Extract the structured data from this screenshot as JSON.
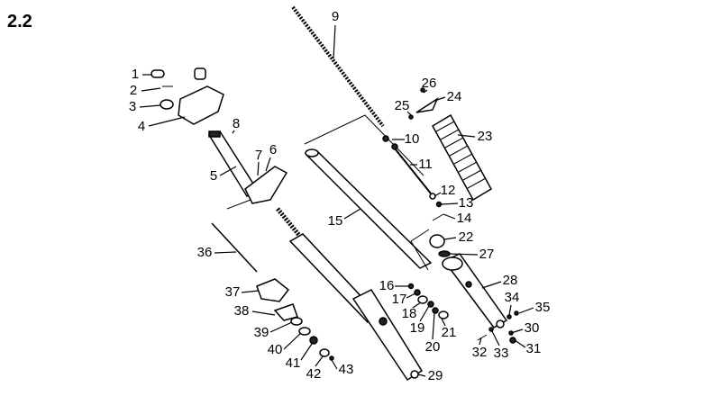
{
  "title": "2.2",
  "labels": {
    "1": "1",
    "2": "2",
    "3": "3",
    "4": "4",
    "5": "5",
    "6": "6",
    "7": "7",
    "8": "8",
    "9": "9",
    "10": "10",
    "11": "11",
    "12": "12",
    "13": "13",
    "14": "14",
    "15": "15",
    "16": "16",
    "17": "17",
    "18": "18",
    "19": "19",
    "20": "20",
    "21": "21",
    "22": "22",
    "23": "23",
    "24": "24",
    "25": "25",
    "26": "26",
    "27": "27",
    "28": "28",
    "29": "29",
    "30": "30",
    "31": "31",
    "32": "32",
    "33": "33",
    "34": "34",
    "35": "35",
    "36": "36",
    "37": "37",
    "38": "38",
    "39": "39",
    "40": "40",
    "41": "41",
    "42": "42",
    "43": "43"
  }
}
